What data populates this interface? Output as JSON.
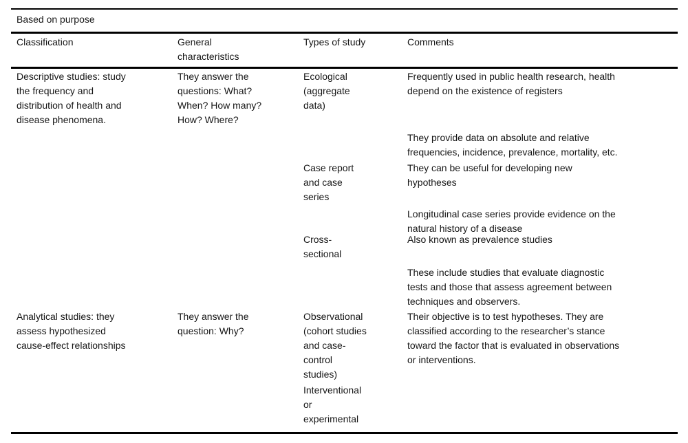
{
  "page": {
    "band_title": "Based on purpose"
  },
  "columns": {
    "classification": "Classification",
    "general_characteristics": "General\ncharacteristics",
    "types_of_study": "Types of study",
    "comments": "Comments"
  },
  "rows": [
    {
      "classification": "Descriptive studies: study\nthe frequency and\ndistribution of health and\ndisease phenomena.",
      "general_characteristics": "They answer the\nquestions: What?\nWhen? How many?\nHow? Where?",
      "types": [
        {
          "name": "Ecological\n(aggregate\ndata)",
          "comments": [
            "Frequently used in public health research, health\ndepend on the existence of registers",
            "They provide data on absolute and relative\nfrequencies, incidence, prevalence, mortality, etc."
          ]
        },
        {
          "name": "Case report\nand case\nseries",
          "comments": [
            "They can be useful for developing new\nhypotheses",
            "Longitudinal case series provide evidence on the\nnatural history of a disease"
          ]
        },
        {
          "name": "Cross-\nsectional",
          "comments": [
            "Also known as prevalence studies",
            "These include studies that evaluate diagnostic\ntests and those that assess agreement between\ntechniques and observers."
          ]
        }
      ]
    },
    {
      "classification": "Analytical studies: they\nassess hypothesized\ncause-effect relationships",
      "general_characteristics": "They answer the\nquestion: Why?",
      "types": [
        {
          "name": "Observational\n(cohort studies\nand case-\ncontrol\nstudies)",
          "comments": [
            "Their objective is to test hypotheses. They are\nclassified according to the researcher’s stance\ntoward the factor that is evaluated in observations\nor interventions."
          ]
        },
        {
          "name": "Interventional\nor\nexperimental",
          "comments": []
        }
      ]
    }
  ]
}
